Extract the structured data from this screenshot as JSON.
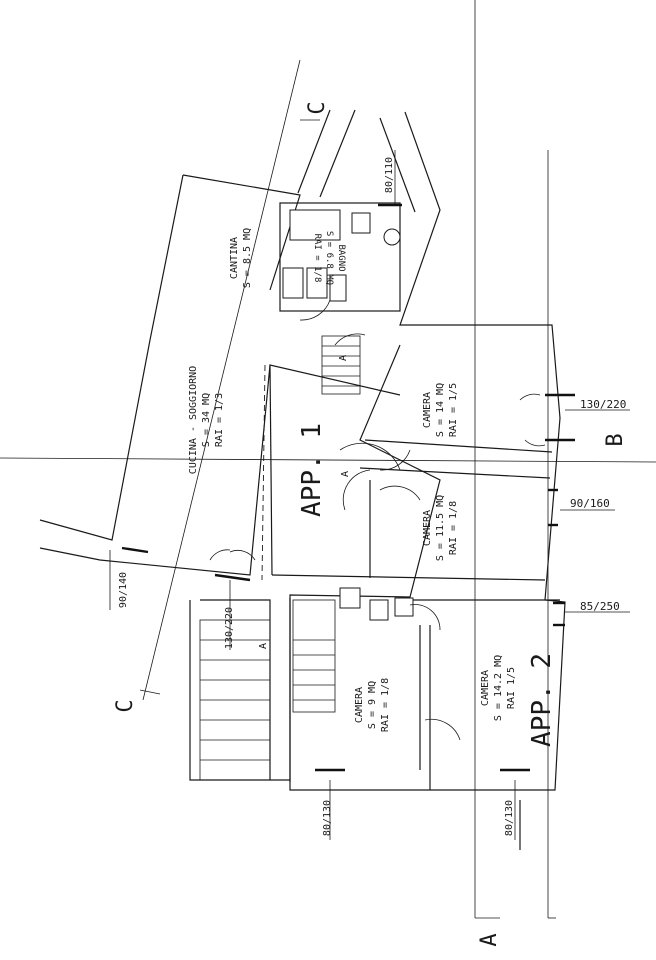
{
  "rooms": {
    "cantina": {
      "name": "CANTINA",
      "area": "S = 8.5 MQ"
    },
    "bagno": {
      "name": "BAGNO",
      "area": "S = 6.8 MQ",
      "rai": "RAI = 1/8"
    },
    "cucina": {
      "name": "CUCINA - SOGGIORNO",
      "area": "S = 34 MQ",
      "rai": "RAI = 1/3"
    },
    "camera1": {
      "name": "CAMERA",
      "area": "S = 14 MQ",
      "rai": "RAI = 1/5"
    },
    "camera2": {
      "name": "CAMERA",
      "area": "S = 11.5 MQ",
      "rai": "RAI = 1/8"
    },
    "camera3": {
      "name": "CAMERA",
      "area": "S = 9 MQ",
      "rai": "RAI = 1/8"
    },
    "camera4": {
      "name": "CAMERA",
      "area": "S = 14.2 MQ",
      "rai": "RAI 1/5"
    }
  },
  "apartments": {
    "app1": "APP. 1",
    "app2": "APP. 2"
  },
  "openings": {
    "o1": "80/110",
    "o2": "130/220",
    "o3": "90/160",
    "o4": "85/250",
    "o5": "90/140",
    "o6": "130/220",
    "o7": "80/130",
    "o8": "80/130"
  },
  "sections": {
    "a": "A",
    "b": "B",
    "c_top": "C",
    "c_left": "C"
  },
  "stair_marks": {
    "s1": "A",
    "s2": "A",
    "s3": "A"
  }
}
